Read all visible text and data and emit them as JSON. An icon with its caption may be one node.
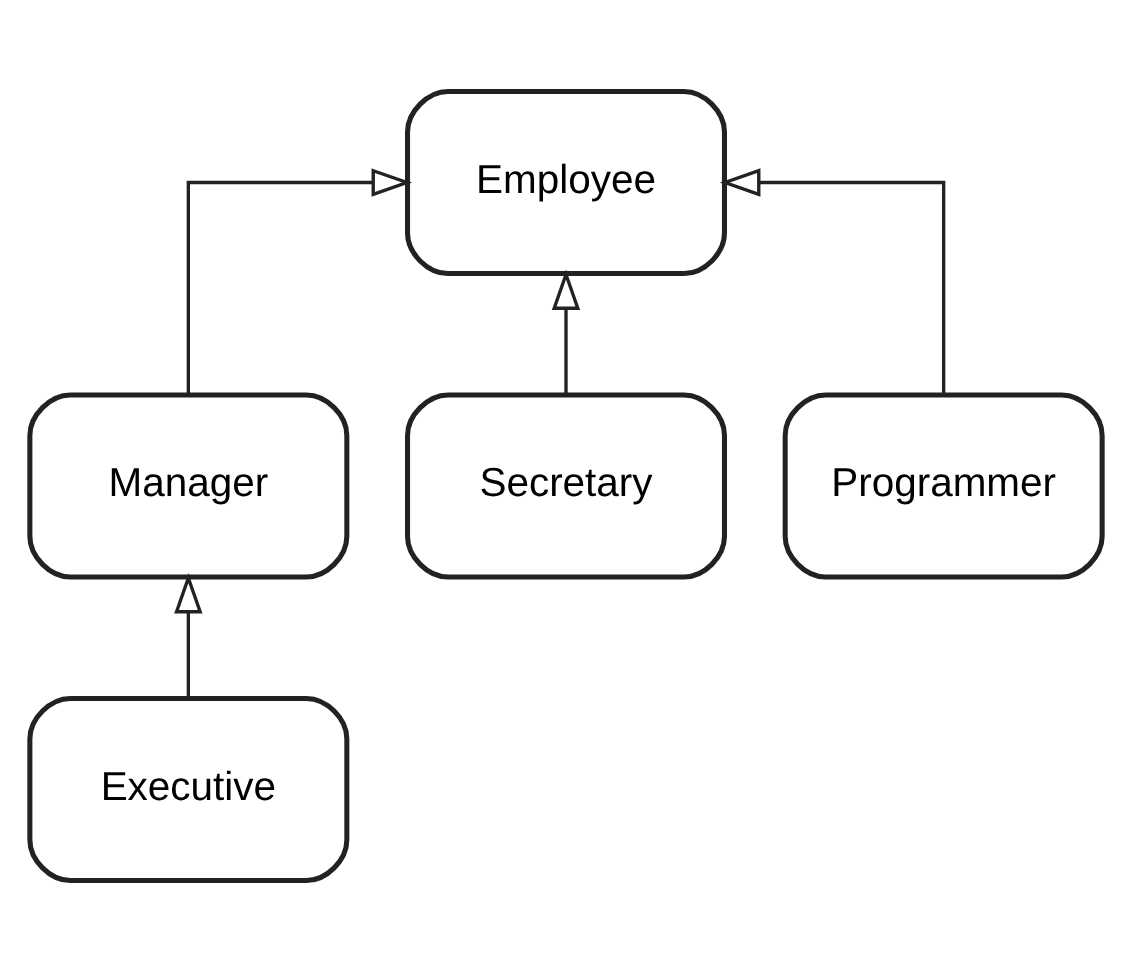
{
  "diagram": {
    "nodes": [
      {
        "text": [
          "Employee"
        ]
      },
      {
        "text": [
          "Manager"
        ]
      },
      {
        "text": [
          "Secretary"
        ]
      },
      {
        "text": [
          "Programmer"
        ]
      },
      {
        "text": [
          "Executive"
        ]
      }
    ],
    "edges": [
      {
        "from": 1,
        "to": 0,
        "arrow": "to"
      },
      {
        "from": 2,
        "to": 0,
        "arrow": "to"
      },
      {
        "from": 3,
        "to": 0,
        "arrow": "to"
      },
      {
        "from": 4,
        "to": 1,
        "arrow": "to"
      }
    ]
  }
}
